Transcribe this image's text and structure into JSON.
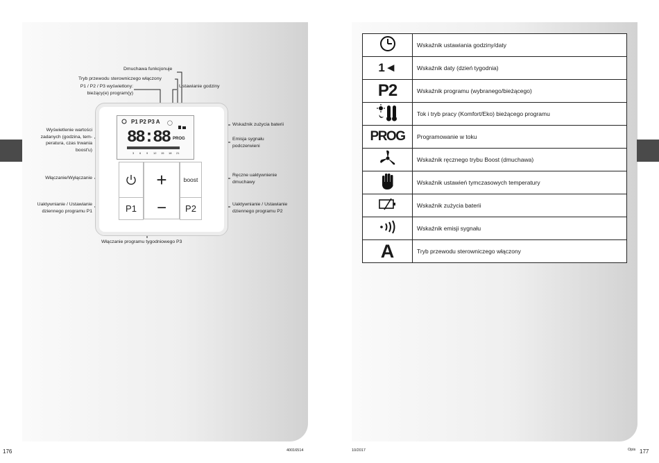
{
  "left_page": {
    "page_number": "176",
    "code": "40016514",
    "callouts": {
      "fan": "Dmuchawa funkcjonuje",
      "pilot_wire": "Tryb przewodu sterowniczego włączony",
      "program_display": [
        "P1 / P2 / P3 wyświetlony:",
        "bieżący(e) program(y)"
      ],
      "time_setting": "Ustawianie godziny",
      "battery": "Wskaźnik zużycia baterii",
      "ir_emission": [
        "Emisja sygnału",
        "podczerwieni"
      ],
      "values_display": [
        "Wyświetlenie wartości",
        "zadanych (godzina, tem-",
        "peratura, czas trwania",
        "boost'u)"
      ],
      "onoff": "Włączanie/Wyłączanie",
      "boost_manual": [
        "Ręczne uaktywnienie",
        "dmuchawy"
      ],
      "p1_setting": [
        "Uaktywnianie / Ustawianie",
        "dziennego programu P1"
      ],
      "p2_setting": [
        "Uaktywnianie / Ustawianie",
        "dziennego programu P2"
      ],
      "p3_weekly": "Włączanie programu tygodniowego P3"
    },
    "device": {
      "lcd_digits": "88:88",
      "lcd_top": "P1 P2 P3 A",
      "lcd_prog": "PROG",
      "lcd_hours": [
        "3",
        "6",
        "9",
        "12",
        "15",
        "18",
        "21"
      ],
      "plus": "+",
      "minus": "−",
      "boost": "boost",
      "p1": "P1",
      "p2": "P2"
    }
  },
  "right_page": {
    "page_number": "177",
    "date": "10/2017",
    "footer_label": "Opis",
    "legend": [
      {
        "icon": "clock-icon",
        "text": "Wskaźnik ustawiania godziny/daty"
      },
      {
        "icon": "day-icon",
        "icon_text": "1◄",
        "text": "Wskaźnik daty (dzień tygodnia)"
      },
      {
        "icon": "program-icon",
        "icon_text": "P2",
        "text": "Wskaźnik programu (wybranego/bieżącego)"
      },
      {
        "icon": "comfort-eco-icon",
        "text": "Tok i tryb pracy (Komfort/Eko) bieżącego programu"
      },
      {
        "icon": "prog-icon",
        "icon_text": "PROG",
        "text": "Programowanie w toku"
      },
      {
        "icon": "fan-icon",
        "text": "Wskaźnik ręcznego trybu Boost (dmuchawa)"
      },
      {
        "icon": "hand-icon",
        "text": "Wskaźnik ustawień tymczasowych temperatury"
      },
      {
        "icon": "battery-icon",
        "text": "Wskaźnik zużycia baterii"
      },
      {
        "icon": "signal-icon",
        "text": "Wskaźnik emisji sygnału"
      },
      {
        "icon": "pilot-wire-icon",
        "icon_text": "A",
        "text": "Tryb przewodu sterowniczego włączony"
      }
    ]
  }
}
